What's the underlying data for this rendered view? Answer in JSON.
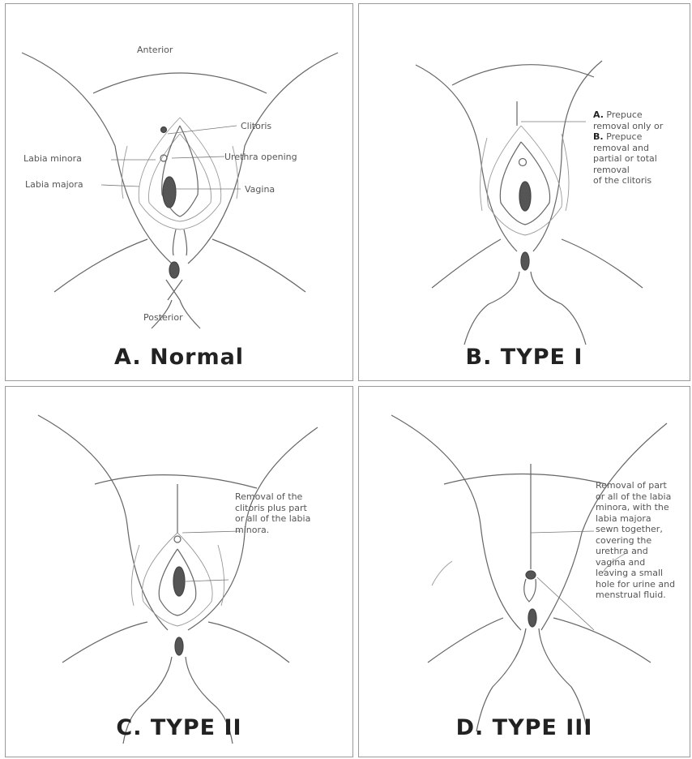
{
  "panels": {
    "normal": {
      "caption": "A. Normal",
      "labels": {
        "anterior": "Anterior",
        "posterior": "Posterior",
        "clitoris": "Clitoris",
        "labia_minora": "Labia minora",
        "labia_majora": "Labia majora",
        "urethra_opening": "Urethra  opening",
        "vagina": "Vagina"
      }
    },
    "type1": {
      "caption": "B. TYPE I",
      "note": {
        "a_marker": "A.",
        "a_line1": " Prepuce",
        "a_line2": "removal only or",
        "b_marker": "B.",
        "b_line1": " Prepuce",
        "line4": "removal and",
        "line5": "partial or total",
        "line6": "removal",
        "line7": "of the clitoris"
      }
    },
    "type2": {
      "caption": "C. TYPE II",
      "note": [
        "Removal of the",
        "clitoris plus part",
        "or all of the labia",
        "minora."
      ]
    },
    "type3": {
      "caption": "D. TYPE III",
      "note": [
        "Removal of part",
        "or all of the labia",
        "minora, with the",
        "labia majora",
        "sewn together,",
        "covering the",
        "urethra and",
        "vagina and",
        "leaving a small",
        "hole for urine and",
        "menstrual fluid."
      ]
    }
  }
}
